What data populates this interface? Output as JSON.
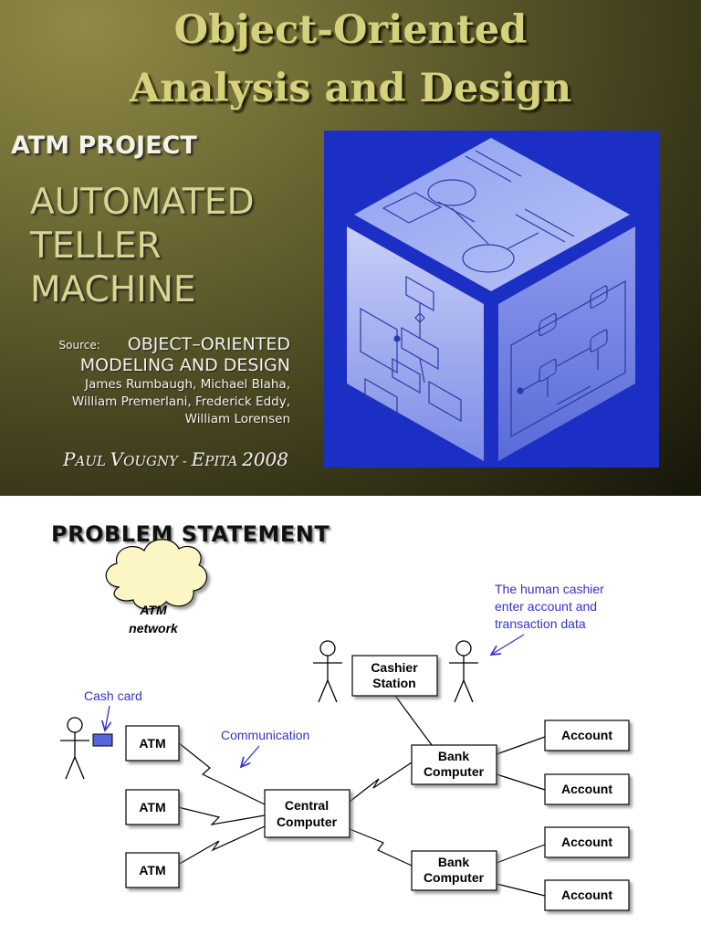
{
  "slide1": {
    "title_line1": "Object-Oriented",
    "title_line2": "Analysis and Design",
    "project_label": "ATM PROJECT",
    "subtitle_lines": [
      "AUTOMATED",
      "TELLER",
      "MACHINE"
    ],
    "source_label": "Source:",
    "book_title_line1": "OBJECT–ORIENTED",
    "book_title_line2": "MODELING AND DESIGN",
    "authors_lines": [
      "James Rumbaugh, Michael Blaha,",
      "William Premerlani, Frederick Eddy,",
      "William Lorensen"
    ],
    "credit": "Paul Vougny - Epita 2008",
    "colors": {
      "title": "#d6d17c",
      "cube_background": "#1c2fc4"
    }
  },
  "slide2": {
    "heading": "PROBLEM STATEMENT",
    "cloud_line1": "ATM",
    "cloud_line2": "network",
    "note_cash_card": "Cash card",
    "note_communication": "Communication",
    "note_cashier_lines": [
      "The human cashier",
      "enter account and",
      "transaction data"
    ],
    "cashier_station_line1": "Cashier",
    "cashier_station_line2": "Station",
    "atm_label": "ATM",
    "central_line1": "Central",
    "central_line2": "Computer",
    "bank_line1": "Bank",
    "bank_line2": "Computer",
    "account_label": "Account",
    "colors": {
      "note": "#3333cc",
      "cash_card": "#5566dd"
    }
  }
}
